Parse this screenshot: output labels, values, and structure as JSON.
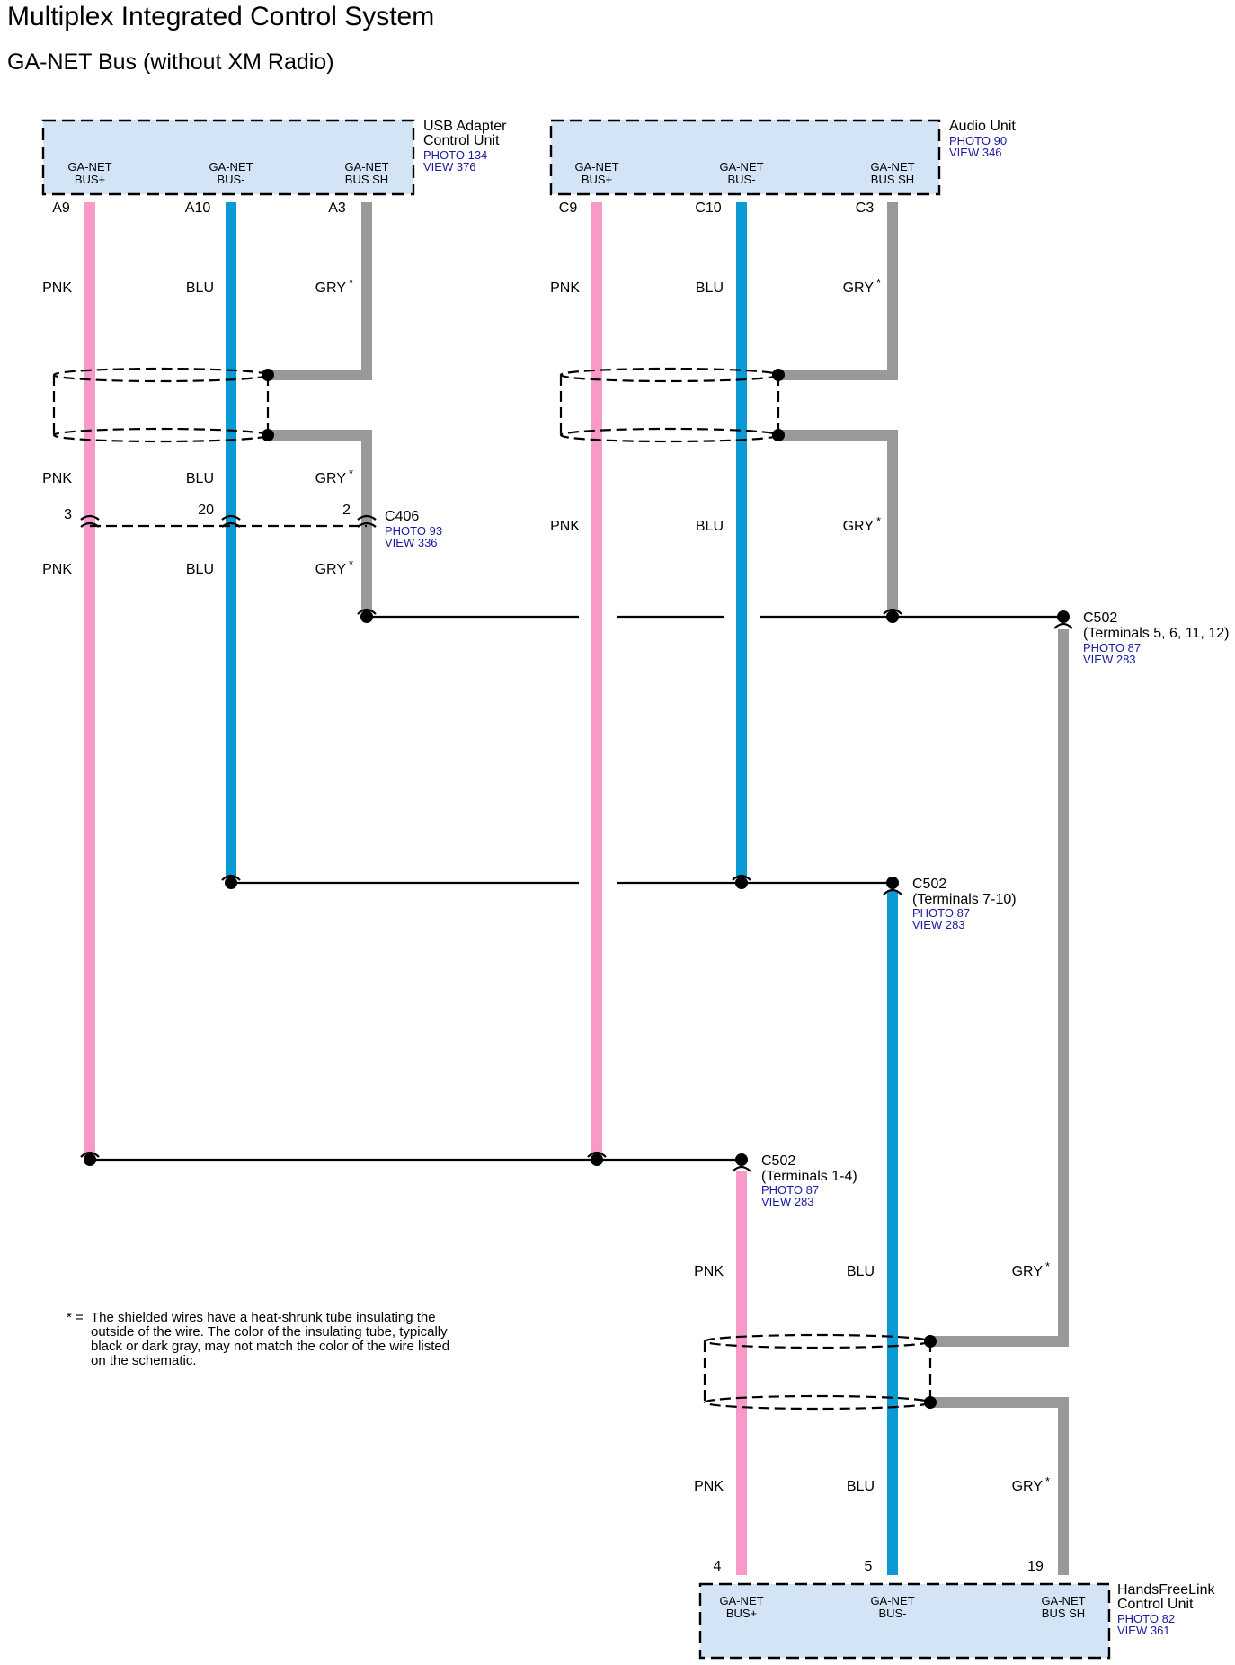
{
  "title": "Multiplex Integrated Control System",
  "subtitle": "GA-NET Bus (without XM Radio)",
  "colors": {
    "pnk": "#f79ac9",
    "blu": "#0b9ad3",
    "gry": "#999999",
    "component_fill": "#d2e4f5",
    "link_text": "#1a1a9e"
  },
  "components": {
    "usb": {
      "name_line1": "USB Adapter",
      "name_line2": "Control Unit",
      "photo": "PHOTO 134",
      "view": "VIEW 376",
      "pins": [
        {
          "label1": "GA-NET",
          "label2": "BUS+",
          "id": "A9"
        },
        {
          "label1": "GA-NET",
          "label2": "BUS-",
          "id": "A10"
        },
        {
          "label1": "GA-NET",
          "label2": "BUS SH",
          "id": "A3"
        }
      ]
    },
    "audio": {
      "name_line1": "Audio Unit",
      "photo": "PHOTO 90",
      "view": "VIEW 346",
      "pins": [
        {
          "label1": "GA-NET",
          "label2": "BUS+",
          "id": "C9"
        },
        {
          "label1": "GA-NET",
          "label2": "BUS-",
          "id": "C10"
        },
        {
          "label1": "GA-NET",
          "label2": "BUS SH",
          "id": "C3"
        }
      ]
    },
    "hfl": {
      "name_line1": "HandsFreeLink",
      "name_line2": "Control Unit",
      "photo": "PHOTO 82",
      "view": "VIEW 361",
      "pins": [
        {
          "label1": "GA-NET",
          "label2": "BUS+",
          "id": "4"
        },
        {
          "label1": "GA-NET",
          "label2": "BUS-",
          "id": "5"
        },
        {
          "label1": "GA-NET",
          "label2": "BUS SH",
          "id": "19"
        }
      ]
    }
  },
  "connectors": {
    "c406": {
      "name": "C406",
      "photo": "PHOTO 93",
      "view": "VIEW 336",
      "pins": [
        "3",
        "20",
        "2"
      ]
    },
    "c502_sh": {
      "name": "C502",
      "detail": "(Terminals 5, 6, 11, 12)",
      "photo": "PHOTO 87",
      "view": "VIEW 283"
    },
    "c502_minus": {
      "name": "C502",
      "detail": "(Terminals 7-10)",
      "photo": "PHOTO 87",
      "view": "VIEW 283"
    },
    "c502_plus": {
      "name": "C502",
      "detail": "(Terminals 1-4)",
      "photo": "PHOTO 87",
      "view": "VIEW 283"
    }
  },
  "wire_labels": {
    "pnk": "PNK",
    "blu": "BLU",
    "gry": "GRY",
    "star": "*"
  },
  "footnote": {
    "mark": "* =",
    "text": "The shielded wires have a heat-shrunk tube insulating the outside of the wire. The color of the insulating tube, typically black or dark gray, may not match the color of the wire listed on the schematic."
  }
}
